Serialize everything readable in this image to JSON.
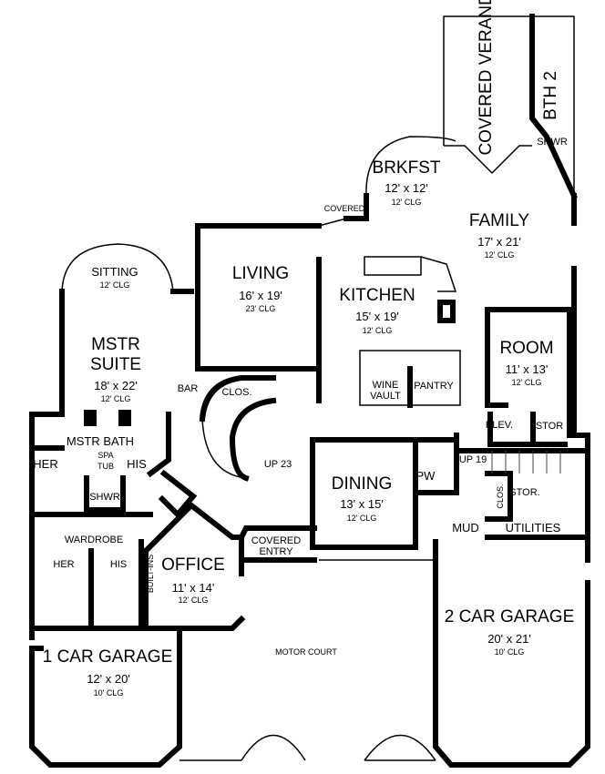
{
  "rooms": {
    "veranda": {
      "name": "COVERED VERANDA"
    },
    "bath2": {
      "name": "BTH 2",
      "shower": "SHWR"
    },
    "breakfast": {
      "name": "BRKFST",
      "size": "12' x 12'",
      "ceiling": "12' CLG"
    },
    "covered": {
      "name": "COVERED"
    },
    "family": {
      "name": "FAMILY",
      "size": "17' x 21'",
      "ceiling": "12' CLG"
    },
    "living": {
      "name": "LIVING",
      "size": "16' x 19'",
      "ceiling": "23' CLG"
    },
    "sitting": {
      "name": "SITTING",
      "ceiling": "12' CLG"
    },
    "kitchen": {
      "name": "KITCHEN",
      "size": "15' x 19'",
      "ceiling": "12' CLG"
    },
    "room": {
      "name": "ROOM",
      "size": "11' x 13'",
      "ceiling": "12' CLG"
    },
    "master_suite": {
      "name1": "MSTR",
      "name2": "SUITE",
      "size": "18' x 22'",
      "ceiling": "12' CLG"
    },
    "bar": {
      "name": "BAR"
    },
    "closet": {
      "name": "CLOS."
    },
    "wine_vault": {
      "name1": "WINE",
      "name2": "VAULT"
    },
    "pantry": {
      "name": "PANTRY"
    },
    "elevator": {
      "name": "ELEV."
    },
    "storage": {
      "name": "STOR"
    },
    "master_bath": {
      "name": "MSTR BATH",
      "her": "HER",
      "his": "HIS",
      "tub1": "SPA",
      "tub2": "TUB",
      "shower": "SHWR"
    },
    "stairs_main": {
      "label": "UP 23"
    },
    "stairs_rear": {
      "label": "UP 19"
    },
    "dining": {
      "name": "DINING",
      "size": "13' x 15'",
      "ceiling": "12' CLG"
    },
    "powder": {
      "name": "PW"
    },
    "rear_closet": {
      "name": "CLOS."
    },
    "rear_storage": {
      "name": "STOR."
    },
    "mud": {
      "name": "MUD"
    },
    "utilities": {
      "name": "UTILITIES"
    },
    "wardrobe": {
      "name": "WARDROBE",
      "her": "HER",
      "his": "HIS"
    },
    "covered_entry": {
      "name1": "COVERED",
      "name2": "ENTRY"
    },
    "office": {
      "name": "OFFICE",
      "size": "11' x 14'",
      "ceiling": "12' CLG",
      "builtins": "BUILT-INS"
    },
    "garage2": {
      "name": "2 CAR GARAGE",
      "size": "20' x 21'",
      "ceiling": "10' CLG"
    },
    "garage1": {
      "name": "1 CAR GARAGE",
      "size": "12' x 20'",
      "ceiling": "10' CLG"
    },
    "motor_court": {
      "name": "MOTOR COURT"
    }
  }
}
